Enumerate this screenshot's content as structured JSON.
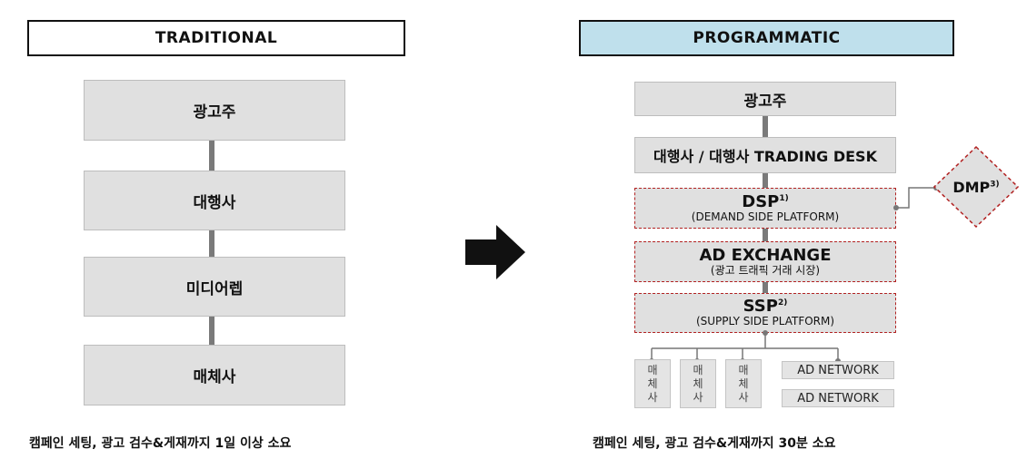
{
  "traditional": {
    "title": "TRADITIONAL",
    "steps": [
      "광고주",
      "대행사",
      "미디어렙",
      "매체사"
    ],
    "footer": "캠페인 세팅, 광고 검수&게재까지 1일 이상 소요"
  },
  "programmatic": {
    "title": "PROGRAMMATIC",
    "advertiser": "광고주",
    "agency": "대행사 / 대행사 TRADING DESK",
    "dsp": {
      "name": "DSP",
      "note": "1)",
      "sub": "(DEMAND SIDE PLATFORM)"
    },
    "exchange": {
      "name": "AD EXCHANGE",
      "sub": "(광고 트래픽 거래 시장)"
    },
    "ssp": {
      "name": "SSP",
      "note": "2)",
      "sub": "(SUPPLY SIDE PLATFORM)"
    },
    "dmp": {
      "name": "DMP",
      "note": "3)"
    },
    "media_label": [
      "매",
      "체",
      "사"
    ],
    "ad_networks": [
      "AD NETWORK",
      "AD NETWORK"
    ],
    "footer": "캠페인 세팅, 광고 검수&게재까지 30분 소요"
  },
  "colors": {
    "programmatic_header": "#bfe0ec",
    "box": "#e0e0e0",
    "dashed_border": "#b22222",
    "arrow": "#111111"
  }
}
